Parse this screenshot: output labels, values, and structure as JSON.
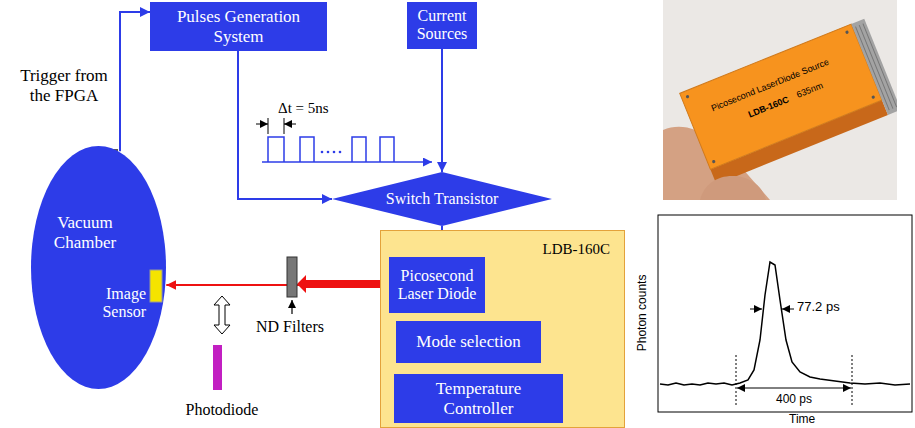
{
  "diagram": {
    "nodes": [
      {
        "text": [
          "Pulses Generation System"
        ]
      },
      {
        "text": [
          "Current Sources"
        ]
      },
      {
        "text": [
          "Switch Transistor"
        ]
      },
      {
        "text": [
          "Vacuum Chamber",
          "Image Sensor"
        ]
      },
      {
        "text": [
          "LDB-160C"
        ]
      },
      {
        "text": [
          "Picosecond Laser Diode"
        ],
        "in": 4
      },
      {
        "text": [
          "Mode selection"
        ],
        "in": 4
      },
      {
        "text": [
          "Temperature Controller"
        ],
        "in": 4
      }
    ],
    "edges": [
      {
        "from": 3,
        "to": 0,
        "arrow": "to"
      },
      {
        "from": 0,
        "to": 2,
        "arrow": "to"
      },
      {
        "from": 1,
        "to": 2,
        "arrow": "to"
      },
      {
        "from": 2,
        "to": 5,
        "arrow": "to"
      },
      {
        "from": 5,
        "to": 3,
        "arrow": "to"
      }
    ],
    "labels": [
      "Trigger from the FPGA",
      "Δt = 5ns",
      "ND Filters",
      "Photodiode",
      "Picosecond LaserDiode Source",
      "LDB-160C",
      "635nm",
      "Photon counts",
      "77.2 ps",
      "400 ps",
      "Time"
    ]
  }
}
